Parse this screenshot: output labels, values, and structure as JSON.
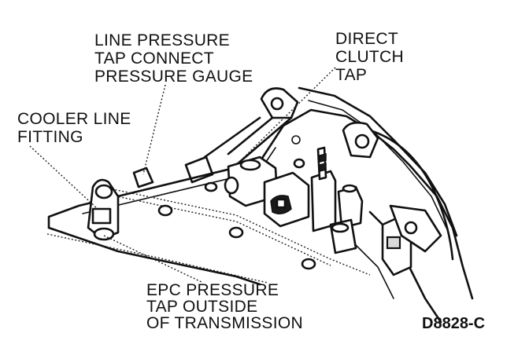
{
  "labels": {
    "line_pressure": [
      "LINE PRESSURE",
      "TAP CONNECT",
      "PRESSURE GAUGE"
    ],
    "direct_clutch": [
      "DIRECT",
      "CLUTCH",
      "TAP"
    ],
    "cooler_line": [
      "COOLER LINE",
      "FITTING"
    ],
    "epc_pressure": [
      "EPC PRESSURE",
      "TAP OUTSIDE",
      "OF TRANSMISSION"
    ]
  },
  "figure_code": "D8828-C"
}
